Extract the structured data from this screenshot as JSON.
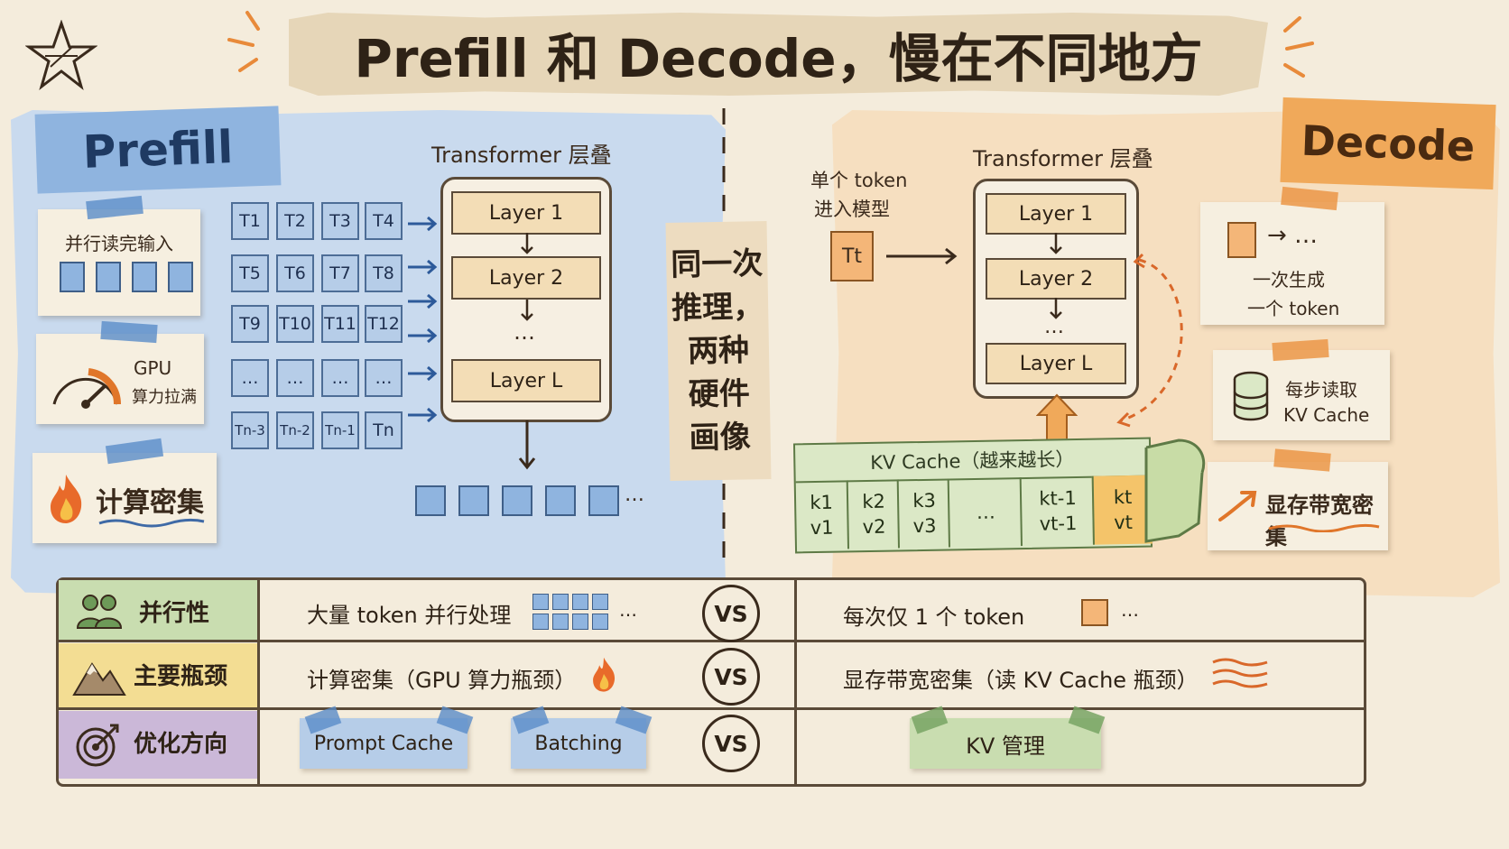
{
  "title": "Prefill 和 Decode，慢在不同地方",
  "middle_note": [
    "同一次",
    "推理，",
    "两种",
    "硬件",
    "画像"
  ],
  "prefill": {
    "tag": "Prefill",
    "stack_title": "Transformer 层叠",
    "card_parallel": "并行读完输入",
    "card_gpu_line1": "GPU",
    "card_gpu_line2": "算力拉满",
    "card_compute": "计算密集",
    "tokens": [
      [
        "T1",
        "T2",
        "T3",
        "T4"
      ],
      [
        "T5",
        "T6",
        "T7",
        "T8"
      ],
      [
        "T9",
        "T10",
        "T11",
        "T12"
      ],
      [
        "…",
        "…",
        "…",
        "…"
      ],
      [
        "Tn-3",
        "Tn-2",
        "Tn-1",
        "Tn"
      ]
    ],
    "layers": [
      "Layer 1",
      "Layer 2",
      "…",
      "Layer L"
    ],
    "output_ellipsis": "…"
  },
  "decode": {
    "tag": "Decode",
    "stack_title": "Transformer 层叠",
    "single_token_line1": "单个 token",
    "single_token_line2": "进入模型",
    "input_token": "Tt",
    "layers": [
      "Layer 1",
      "Layer 2",
      "…",
      "Layer L"
    ],
    "kv_cache_title": "KV Cache（越来越长）",
    "kv_cells": [
      {
        "k": "k1",
        "v": "v1"
      },
      {
        "k": "k2",
        "v": "v2"
      },
      {
        "k": "k3",
        "v": "v3"
      },
      {
        "k": "…",
        "v": ""
      },
      {
        "k": "kt-1",
        "v": "vt-1"
      },
      {
        "k": "kt",
        "v": "vt"
      }
    ],
    "card_one_token_arrow": "→ …",
    "card_one_token_line1": "一次生成",
    "card_one_token_line2": "一个 token",
    "card_read_line1": "每步读取",
    "card_read_line2": "KV Cache",
    "card_bandwidth": "显存带宽密集"
  },
  "comparison": {
    "vs": "VS",
    "rows": [
      {
        "label": "并行性",
        "left": "大量 token 并行处理",
        "left_extra": "…",
        "right": "每次仅 1 个 token",
        "right_extra": "…"
      },
      {
        "label": "主要瓶颈",
        "left": "计算密集（GPU 算力瓶颈）",
        "right": "显存带宽密集（读 KV Cache 瓶颈）"
      },
      {
        "label": "优化方向",
        "left_items": [
          "Prompt Cache",
          "Batching"
        ],
        "right_items": [
          "KV 管理"
        ]
      }
    ]
  },
  "colors": {
    "prefill_blue": "#8fb4df",
    "decode_orange": "#f0a95a",
    "kv_green": "#dbe8c6",
    "row1_green": "#c9ddb0",
    "row2_yellow": "#f3dd93",
    "row3_purple": "#cbb8d8"
  }
}
